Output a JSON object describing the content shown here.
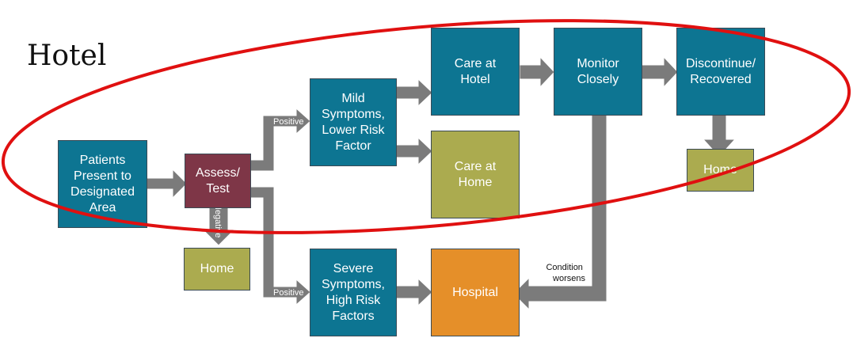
{
  "title": "Hotel",
  "nodes": {
    "patients": "Patients\nPresent to\nDesignated\nArea",
    "assess": "Assess/\nTest",
    "mild": "Mild\nSymptoms,\nLower Risk\nFactor",
    "care_hotel": "Care at\nHotel",
    "monitor": "Monitor\nClosely",
    "discontinue": "Discontinue/\nRecovered",
    "care_home": "Care at\nHome",
    "home_right": "Home",
    "home_left": "Home",
    "severe": "Severe\nSymptoms,\nHigh Risk\nFactors",
    "hospital": "Hospital"
  },
  "labels": {
    "positive_top": "Positive",
    "positive_bottom": "Positive",
    "negative": "Negative",
    "condition_worsens": "Condition\nworsens"
  },
  "colors": {
    "teal": "#0d7592",
    "maroon": "#7e3647",
    "olive": "#abab4f",
    "orange": "#e58f29",
    "arrow": "#7b7b7b",
    "ellipse": "#e01010"
  }
}
